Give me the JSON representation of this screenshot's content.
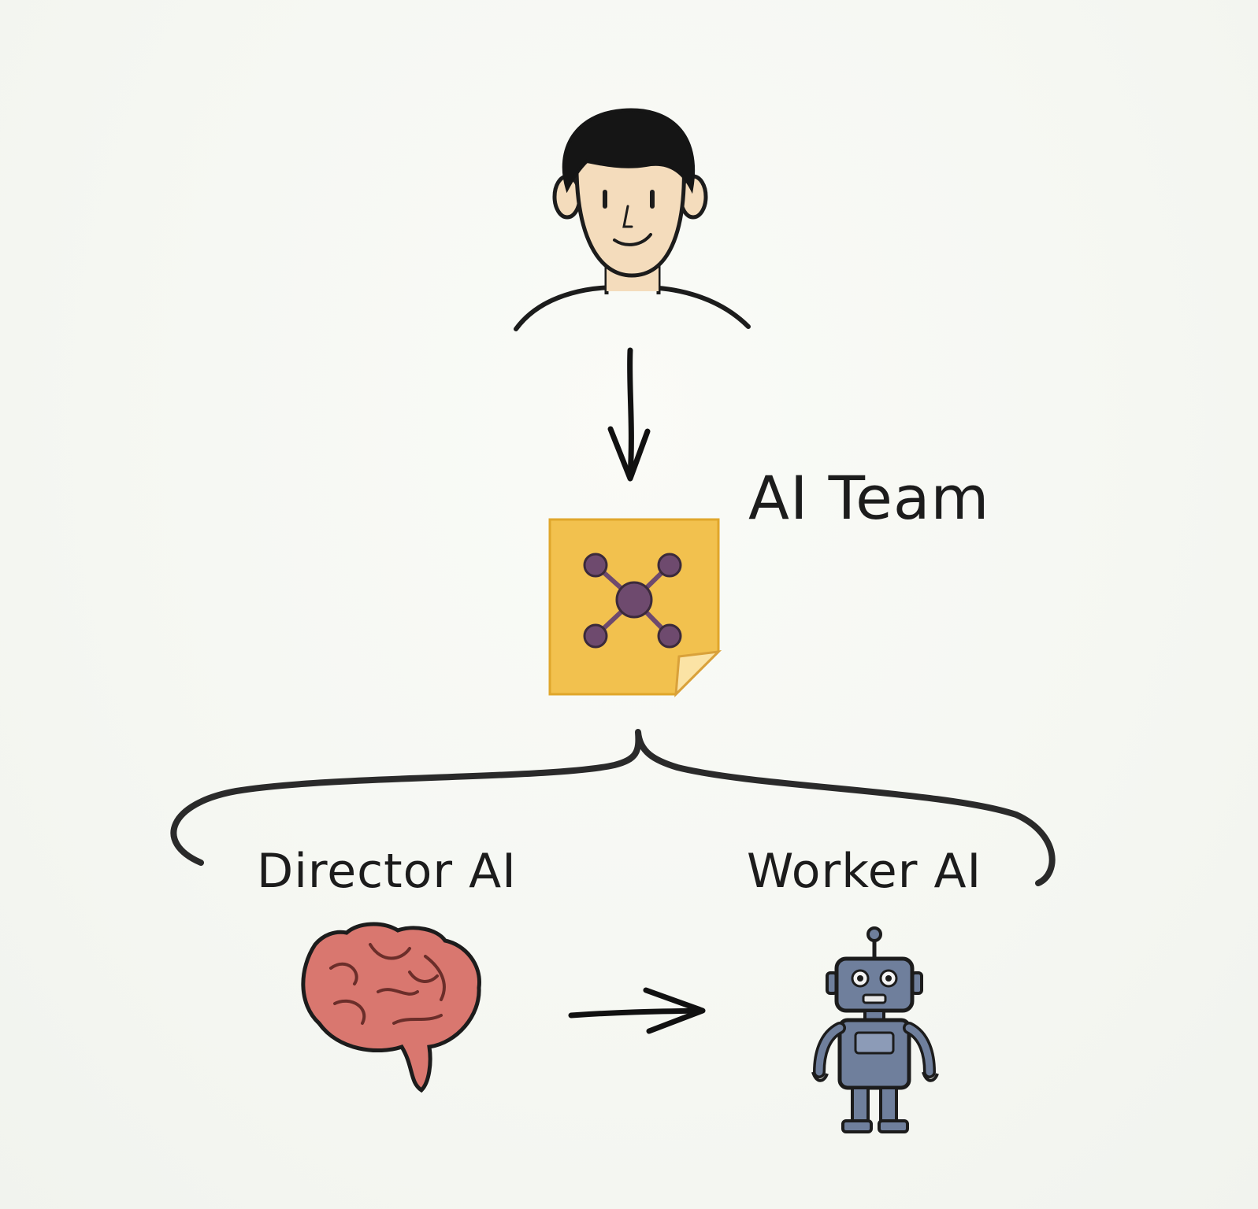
{
  "diagram": {
    "title": "AI Team",
    "nodes": [
      {
        "id": "user",
        "label": "",
        "icon": "person-icon"
      },
      {
        "id": "team",
        "label": "AI Team",
        "icon": "network-sticky-note-icon"
      },
      {
        "id": "director",
        "label": "Director AI",
        "icon": "brain-icon"
      },
      {
        "id": "worker",
        "label": "Worker AI",
        "icon": "robot-icon"
      }
    ],
    "edges": [
      {
        "from": "user",
        "to": "team"
      },
      {
        "from": "team",
        "to": "director"
      },
      {
        "from": "team",
        "to": "worker"
      },
      {
        "from": "director",
        "to": "worker"
      }
    ],
    "colors": {
      "ink": "#1c1c1c",
      "note": "#f2c14e",
      "network": "#6e4a6e",
      "brain": "#d9776f",
      "robot": "#6f7f9c",
      "skin": "#f4dcbc"
    }
  }
}
